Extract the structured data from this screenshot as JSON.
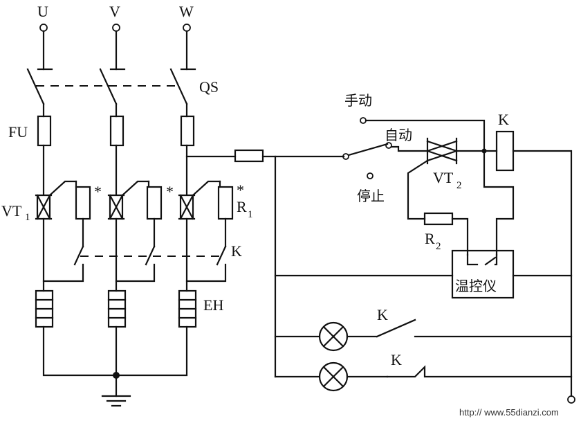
{
  "phases": [
    "U",
    "V",
    "W"
  ],
  "labels": {
    "qs": "QS",
    "fu": "FU",
    "vt": "VT",
    "vt_sub": "1",
    "k": "K",
    "r": "R",
    "r_sub": "1",
    "star": "*",
    "eh": "EH",
    "manual": "手动",
    "auto": "自动",
    "stop": "停止",
    "k_coil": "K",
    "vt2": "VT",
    "vt2_sub": "2",
    "r2": "R",
    "r2_sub": "2",
    "thermostat": "温控仪",
    "lamp_k1": "K",
    "lamp_k2": "K"
  },
  "watermark": "http:// www.55dianzi.com"
}
